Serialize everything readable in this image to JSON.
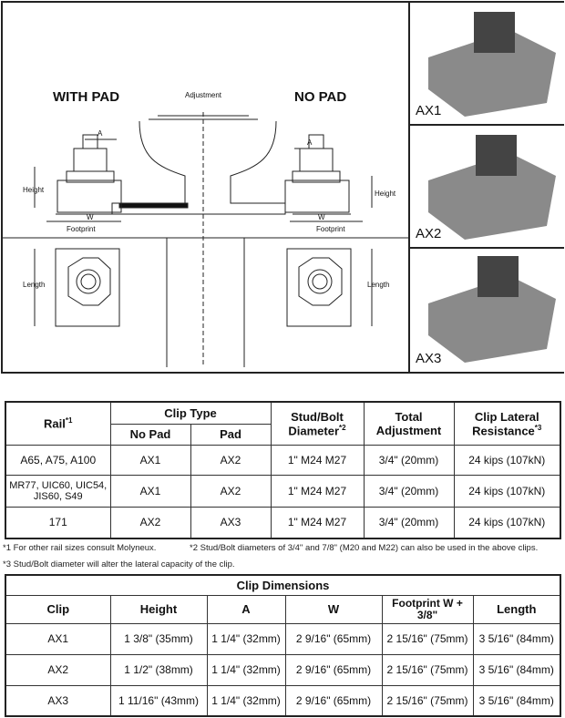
{
  "diagram": {
    "with_pad": "WITH PAD",
    "no_pad": "NO PAD",
    "adjustment": "Adjustment",
    "a": "A",
    "height": "Height",
    "w": "W",
    "footprint": "Footprint",
    "length": "Length"
  },
  "photos": [
    "AX1",
    "AX2",
    "AX3"
  ],
  "table1": {
    "h_rail": "Rail",
    "h_rail_sup": "*1",
    "h_cliptype": "Clip Type",
    "h_nopad": "No Pad",
    "h_pad": "Pad",
    "h_stud": "Stud/Bolt Diameter",
    "h_stud_sup": "*2",
    "h_adj": "Total Adjustment",
    "h_lat": "Clip Lateral Resistance",
    "h_lat_sup": "*3",
    "rows": [
      {
        "rail": "A65, A75, A100",
        "nopad": "AX1",
        "pad": "AX2",
        "stud": "1\" M24 M27",
        "adj": "3/4\" (20mm)",
        "lat": "24 kips (107kN)"
      },
      {
        "rail": "MR77, UIC60, UIC54, JIS60, S49",
        "nopad": "AX1",
        "pad": "AX2",
        "stud": "1\" M24 M27",
        "adj": "3/4\" (20mm)",
        "lat": "24 kips (107kN)"
      },
      {
        "rail": "171",
        "nopad": "AX2",
        "pad": "AX3",
        "stud": "1\" M24 M27",
        "adj": "3/4\" (20mm)",
        "lat": "24 kips (107kN)"
      }
    ]
  },
  "footnotes": [
    "*1  For other rail sizes consult Molyneux.",
    "*2  Stud/Bolt diameters of 3/4\" and 7/8\" (M20 and M22) can also be used in the above clips.",
    "*3  Stud/Bolt diameter will alter the lateral capacity of the clip."
  ],
  "table2": {
    "title": "Clip Dimensions",
    "headers": [
      "Clip",
      "Height",
      "A",
      "W",
      "Footprint W + 3/8\"",
      "Length"
    ],
    "rows": [
      [
        "AX1",
        "1 3/8\" (35mm)",
        "1 1/4\" (32mm)",
        "2 9/16\" (65mm)",
        "2 15/16\" (75mm)",
        "3 5/16\" (84mm)"
      ],
      [
        "AX2",
        "1 1/2\" (38mm)",
        "1 1/4\" (32mm)",
        "2 9/16\" (65mm)",
        "2 15/16\" (75mm)",
        "3 5/16\" (84mm)"
      ],
      [
        "AX3",
        "1 11/16\" (43mm)",
        "1 1/4\" (32mm)",
        "2 9/16\" (65mm)",
        "2 15/16\" (75mm)",
        "3 5/16\" (84mm)"
      ]
    ]
  }
}
